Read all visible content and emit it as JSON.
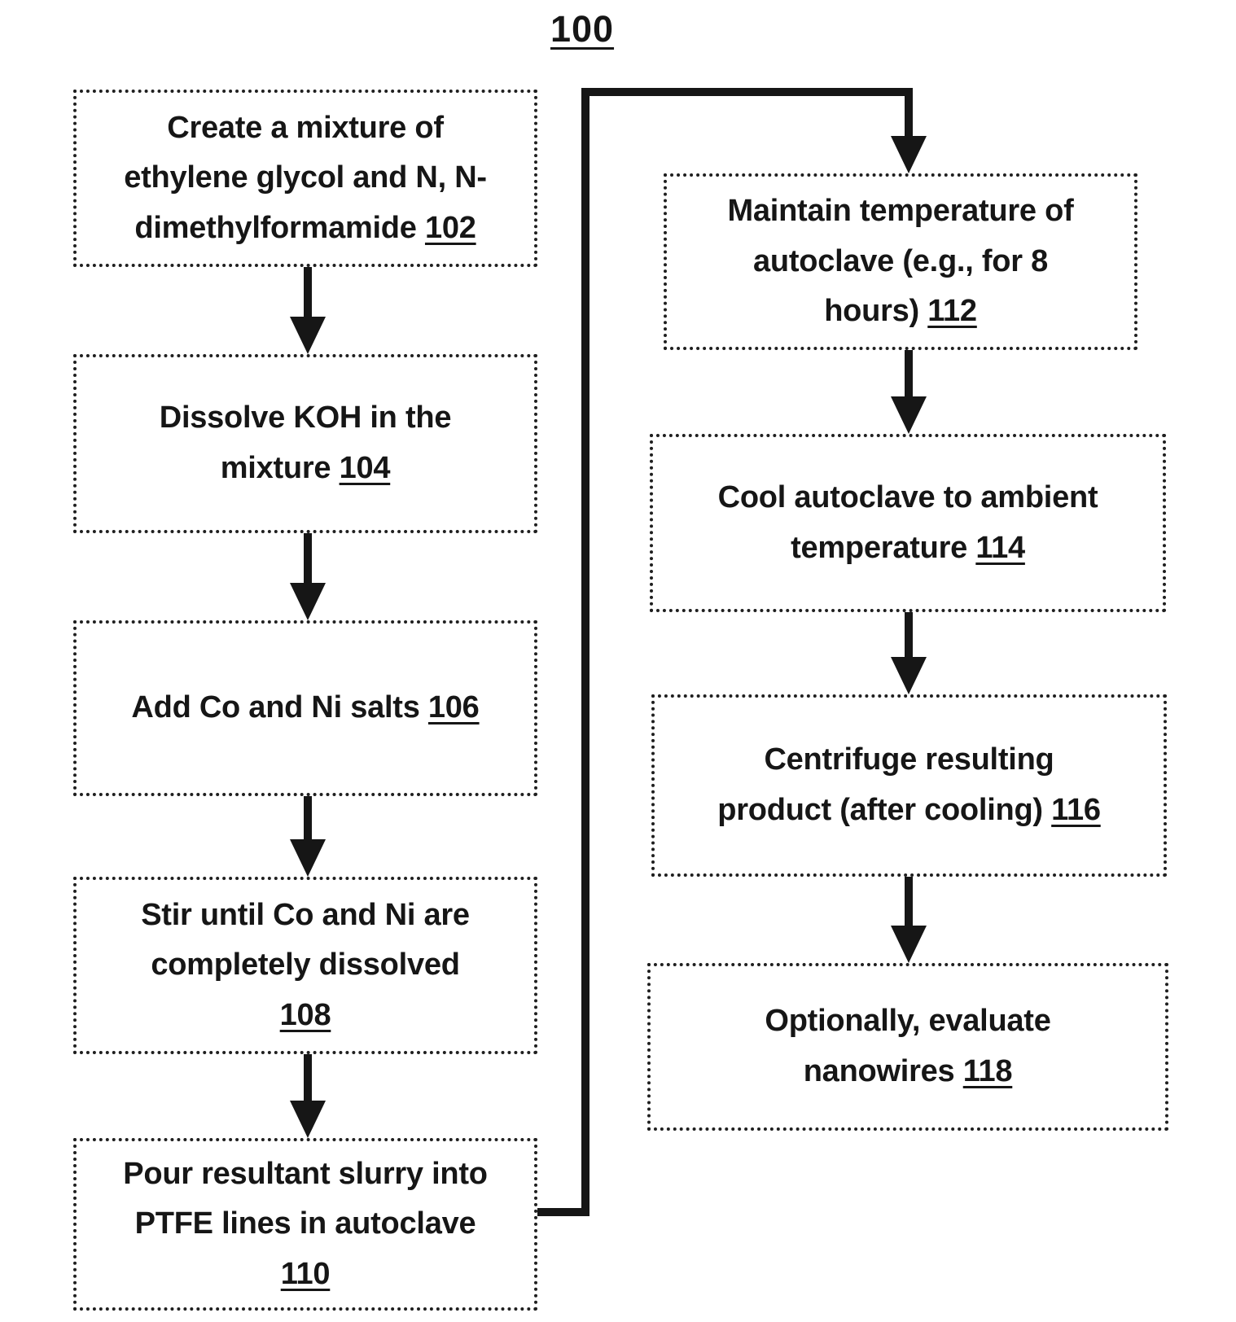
{
  "figure_label": "100",
  "colors": {
    "ink": "#161616",
    "background": "#ffffff"
  },
  "steps": [
    {
      "id": "102",
      "text": "Create a mixture of\nethylene glycol and N, N-\ndimethylformamide ",
      "ref": "102"
    },
    {
      "id": "104",
      "text": "Dissolve KOH in the\nmixture ",
      "ref": "104"
    },
    {
      "id": "106",
      "text": "Add Co and Ni salts ",
      "ref": "106"
    },
    {
      "id": "108",
      "text": "Stir until Co and Ni are\ncompletely dissolved\n",
      "ref": "108"
    },
    {
      "id": "110",
      "text": "Pour resultant slurry into\nPTFE lines in autoclave\n",
      "ref": "110"
    },
    {
      "id": "112",
      "text": "Maintain temperature of\nautoclave (e.g., for 8\nhours) ",
      "ref": "112"
    },
    {
      "id": "114",
      "text": "Cool autoclave to ambient\ntemperature ",
      "ref": "114"
    },
    {
      "id": "116",
      "text": "Centrifuge resulting\nproduct (after cooling) ",
      "ref": "116"
    },
    {
      "id": "118",
      "text": "Optionally, evaluate\nnanowires ",
      "ref": "118"
    }
  ]
}
